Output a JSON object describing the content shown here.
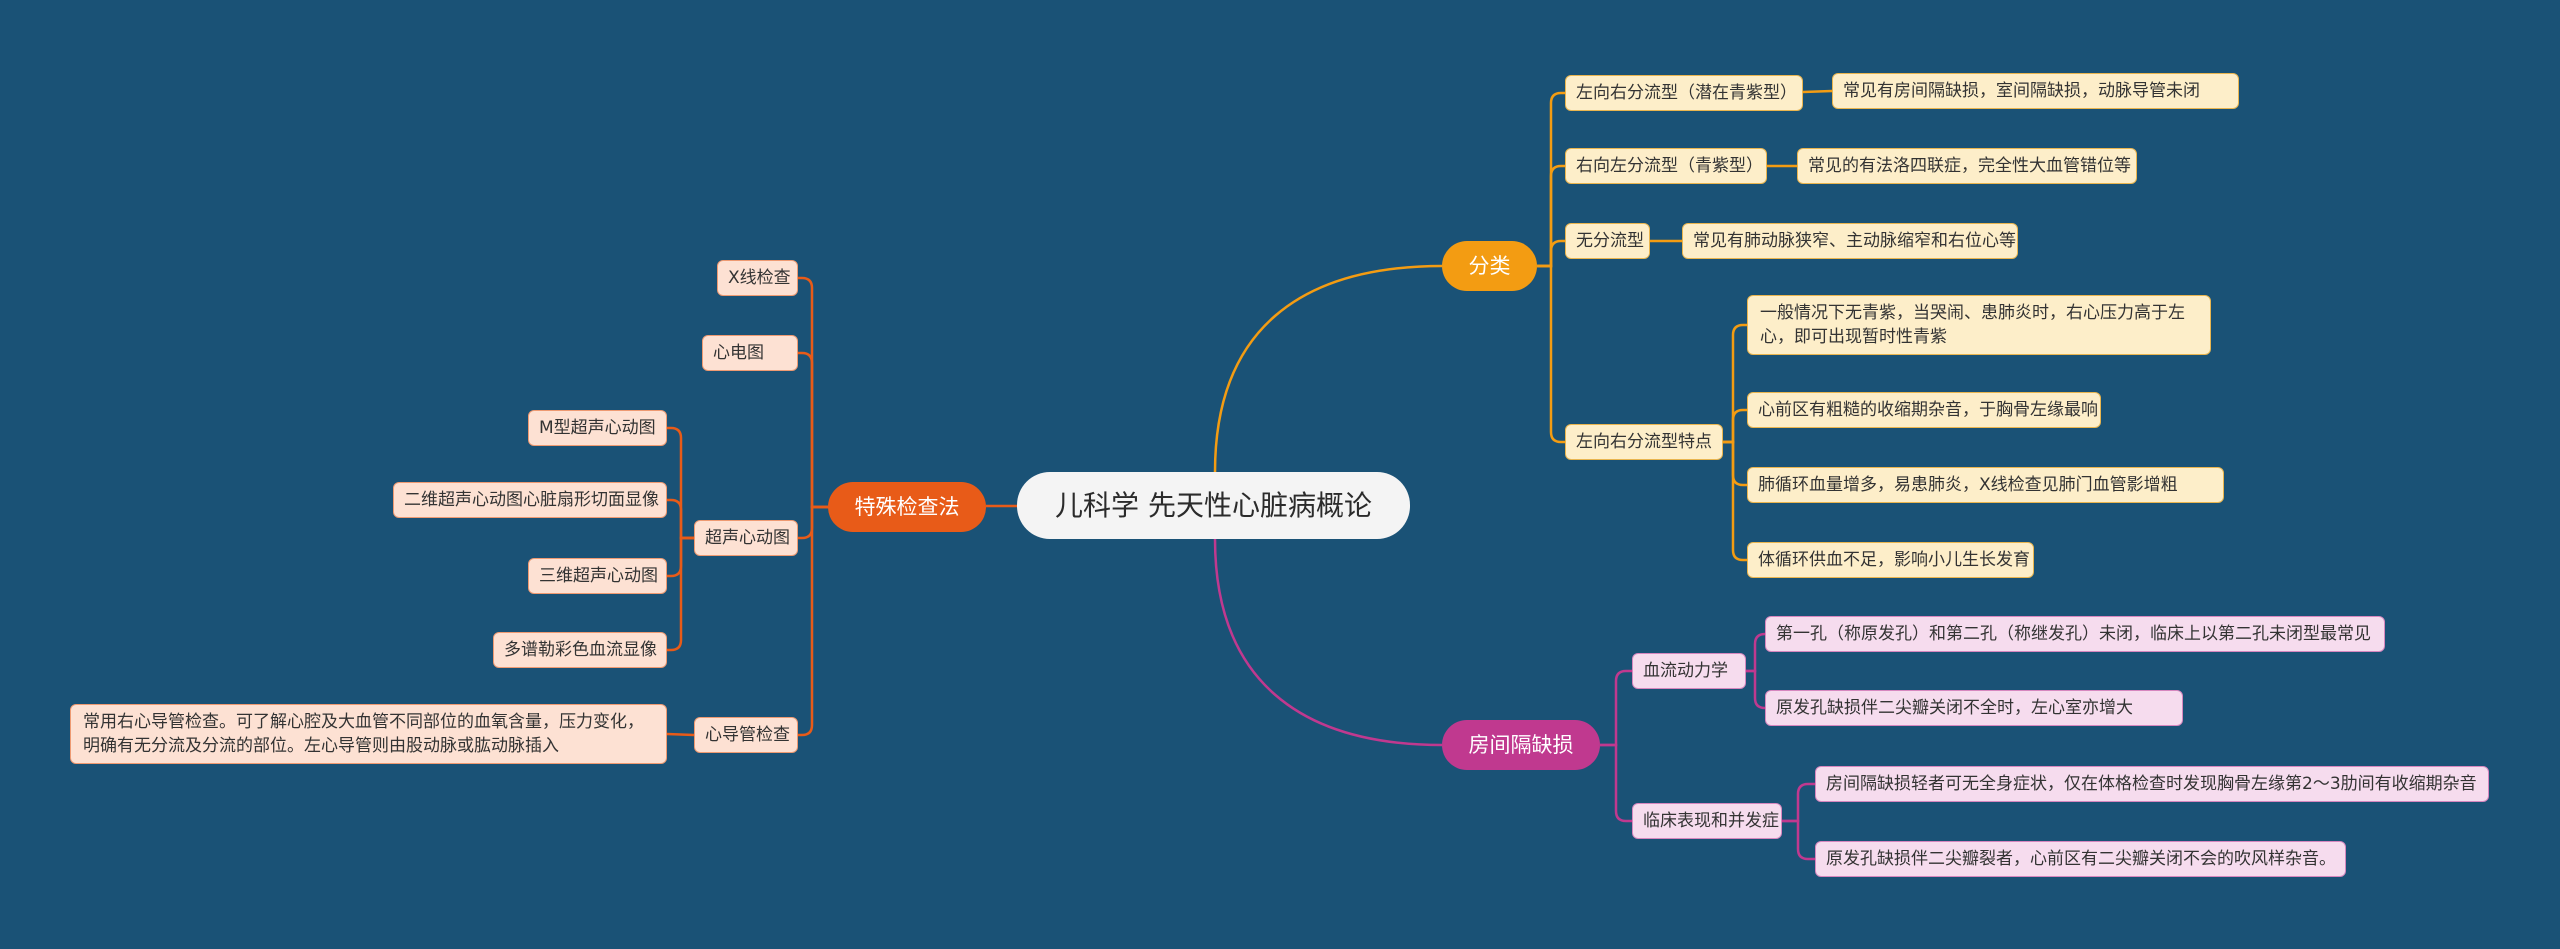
{
  "center": "儿科学 先天性心脏病概论",
  "colors": {
    "background": "#1a5276",
    "classification": "#f39c12",
    "special_exam": "#e85b18",
    "asd": "#c0398f"
  },
  "classification": {
    "label": "分类",
    "items": [
      {
        "label": "左向右分流型（潜在青紫型）",
        "detail": "常见有房间隔缺损，室间隔缺损，动脉导管未闭"
      },
      {
        "label": "右向左分流型（青紫型）",
        "detail": "常见的有法洛四联症，完全性大血管错位等"
      },
      {
        "label": "无分流型",
        "detail": "常见有肺动脉狭窄、主动脉缩窄和右位心等"
      },
      {
        "label": "左向右分流型特点",
        "details": [
          "一般情况下无青紫，当哭闹、患肺炎时，右心压力高于左心，即可出现暂时性青紫",
          "心前区有粗糙的收缩期杂音，于胸骨左缘最响",
          "肺循环血量增多，易患肺炎，X线检查见肺门血管影增粗",
          "体循环供血不足，影响小儿生长发育"
        ]
      }
    ]
  },
  "special_exam": {
    "label": "特殊检查法",
    "items": [
      {
        "label": "X线检查"
      },
      {
        "label": "心电图"
      },
      {
        "label": "超声心动图",
        "children": [
          "M型超声心动图",
          "二维超声心动图心脏扇形切面显像",
          "三维超声心动图",
          "多谱勒彩色血流显像"
        ]
      },
      {
        "label": "心导管检查",
        "detail": "常用右心导管检查。可了解心腔及大血管不同部位的血氧含量，压力变化，明确有无分流及分流的部位。左心导管则由股动脉或肱动脉插入"
      }
    ]
  },
  "asd": {
    "label": "房间隔缺损",
    "items": [
      {
        "label": "血流动力学",
        "details": [
          "第一孔（称原发孔）和第二孔（称继发孔）未闭，临床上以第二孔未闭型最常见",
          "原发孔缺损伴二尖瓣关闭不全时，左心室亦增大"
        ]
      },
      {
        "label": "临床表现和并发症",
        "details": [
          "房间隔缺损轻者可无全身症状，仅在体格检查时发现胸骨左缘第2～3肋间有收缩期杂音",
          "原发孔缺损伴二尖瓣裂者，心前区有二尖瓣关闭不会的吹风样杂音。"
        ]
      }
    ]
  }
}
